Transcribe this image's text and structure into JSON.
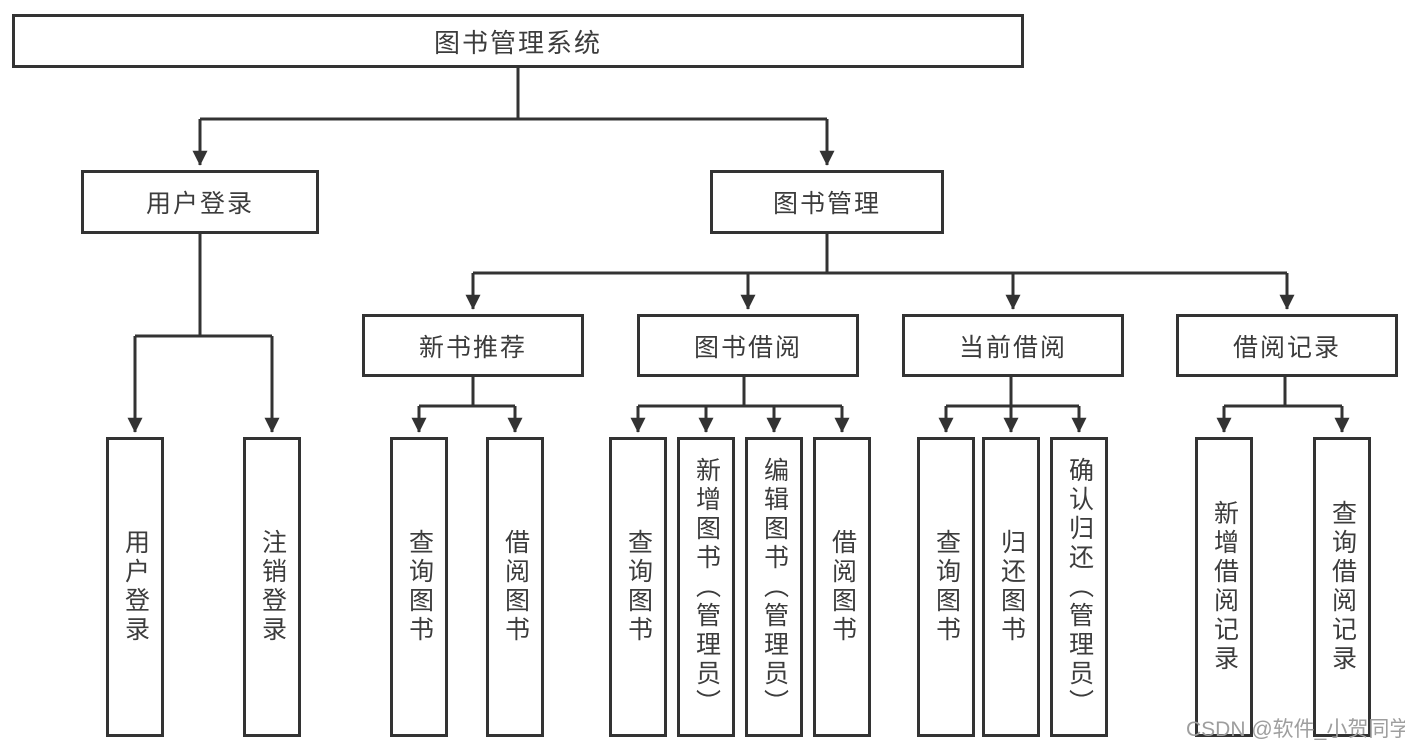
{
  "tree": {
    "root": "图书管理系统",
    "children": [
      {
        "label": "用户登录",
        "children": [
          {
            "label": "用户登录"
          },
          {
            "label": "注销登录"
          }
        ]
      },
      {
        "label": "图书管理",
        "children": [
          {
            "label": "新书推荐",
            "children": [
              {
                "label": "查询图书"
              },
              {
                "label": "借阅图书"
              }
            ]
          },
          {
            "label": "图书借阅",
            "children": [
              {
                "label": "查询图书"
              },
              {
                "label": "新增图书（管理员）"
              },
              {
                "label": "编辑图书（管理员）"
              },
              {
                "label": "借阅图书"
              }
            ]
          },
          {
            "label": "当前借阅",
            "children": [
              {
                "label": "查询图书"
              },
              {
                "label": "归还图书"
              },
              {
                "label": "确认归还（管理员）"
              }
            ]
          },
          {
            "label": "借阅记录",
            "children": [
              {
                "label": "新增借阅记录"
              },
              {
                "label": "查询借阅记录"
              }
            ]
          }
        ]
      }
    ]
  },
  "watermark": "CSDN @软件_小贺同学",
  "colors": {
    "line": "#333333",
    "text": "#3c3c3c",
    "watermark": "#9e9e9e",
    "background": "#ffffff"
  }
}
